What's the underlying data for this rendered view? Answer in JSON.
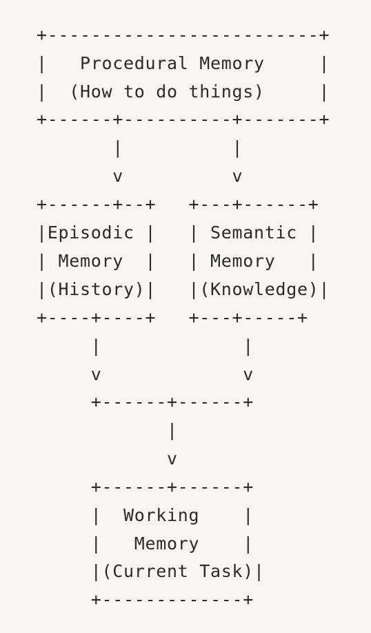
{
  "diagram": {
    "lines": [
      "+-------------------------+",
      "|   Procedural Memory     |",
      "|  (How to do things)     |",
      "+------+----------+-------+",
      "       |          |",
      "       v          v",
      "+------+--+   +---+------+",
      "|Episodic |   | Semantic |",
      "| Memory  |   | Memory   |",
      "|(History)|   |(Knowledge)|",
      "+----+----+   +---+-----+",
      "     |             |",
      "     v             v",
      "     +------+------+",
      "            |",
      "            v",
      "     +------+------+",
      "     |  Working    |",
      "     |   Memory    |",
      "     |(Current Task)|",
      "     +-------------+"
    ]
  }
}
